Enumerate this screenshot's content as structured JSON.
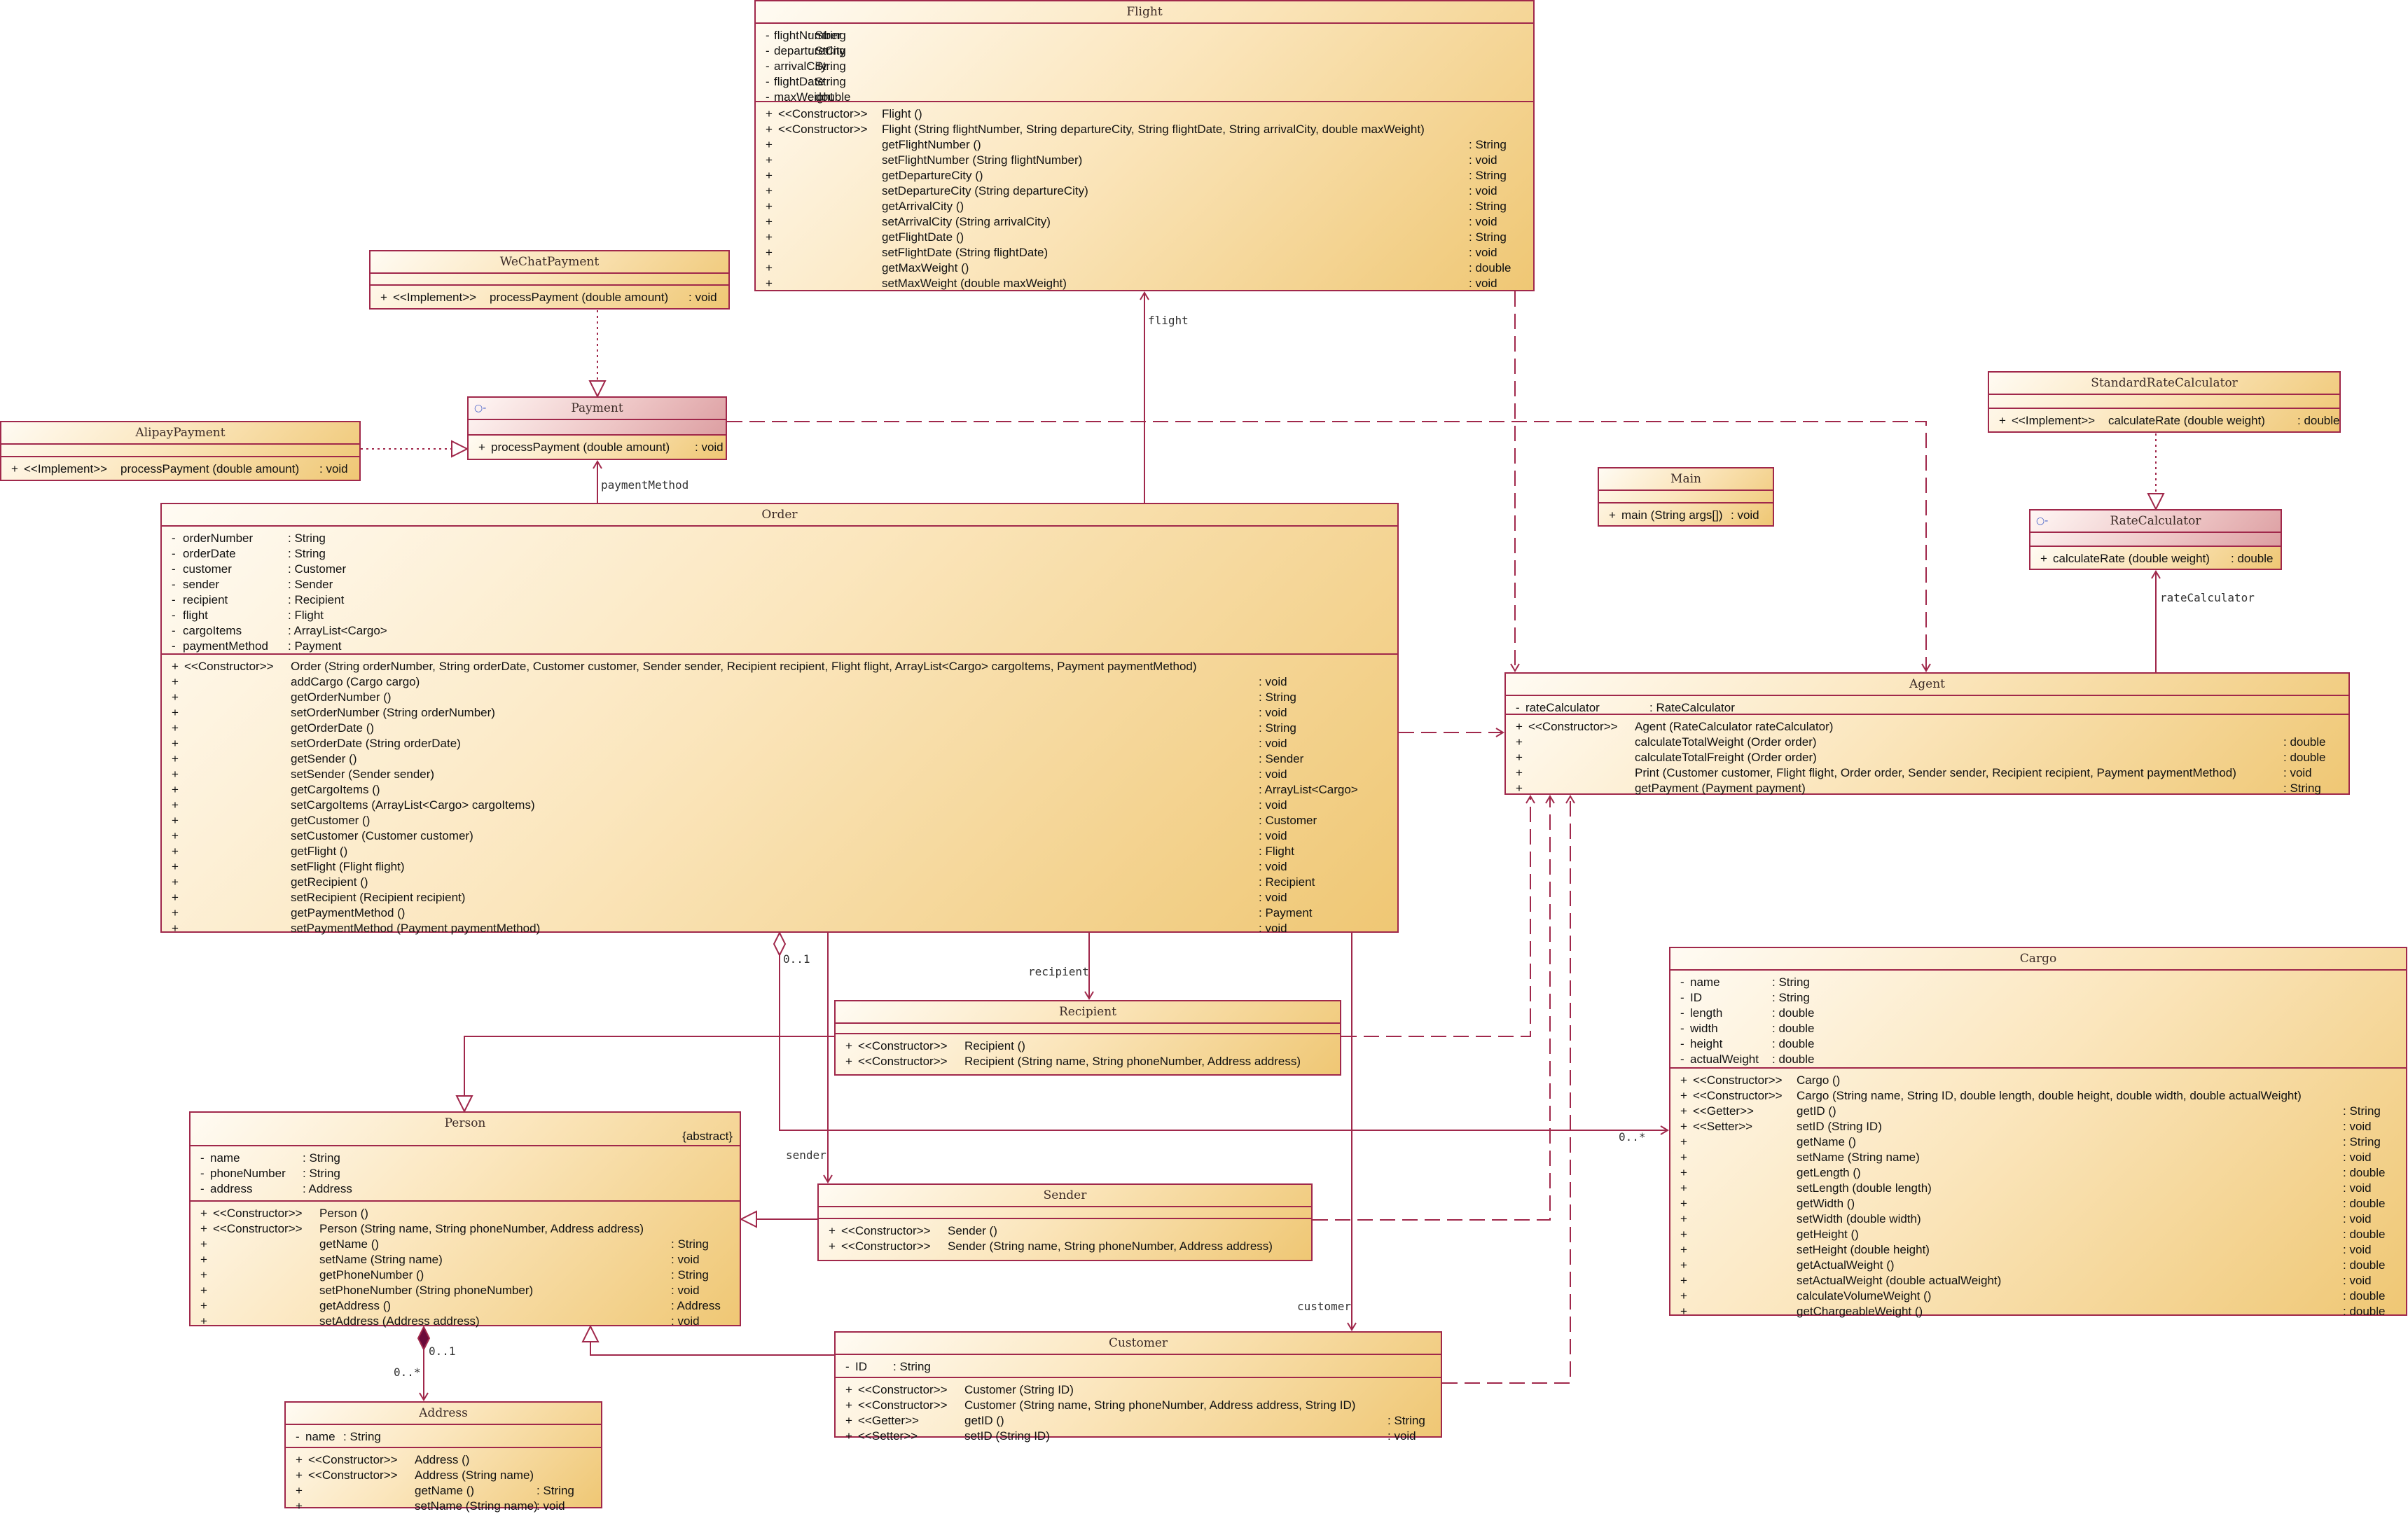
{
  "classes": {
    "flight": {
      "name": "Flight",
      "attrs": [
        {
          "vis": "-",
          "name": "flightNumber",
          "type": ": String"
        },
        {
          "vis": "-",
          "name": "departureCity",
          "type": ": String"
        },
        {
          "vis": "-",
          "name": "arrivalCity",
          "type": ": String"
        },
        {
          "vis": "-",
          "name": "flightDate",
          "type": ": String"
        },
        {
          "vis": "-",
          "name": "maxWeight",
          "type": ": double"
        }
      ],
      "ops": [
        {
          "vis": "+",
          "stereo": "<<Constructor>>",
          "sig": "Flight ()",
          "ret": ""
        },
        {
          "vis": "+",
          "stereo": "<<Constructor>>",
          "sig": "Flight (String flightNumber, String departureCity, String flightDate, String arrivalCity, double maxWeight)",
          "ret": ""
        },
        {
          "vis": "+",
          "stereo": "",
          "sig": "getFlightNumber ()",
          "ret": ": String"
        },
        {
          "vis": "+",
          "stereo": "",
          "sig": "setFlightNumber (String flightNumber)",
          "ret": ": void"
        },
        {
          "vis": "+",
          "stereo": "",
          "sig": "getDepartureCity ()",
          "ret": ": String"
        },
        {
          "vis": "+",
          "stereo": "",
          "sig": "setDepartureCity (String departureCity)",
          "ret": ": void"
        },
        {
          "vis": "+",
          "stereo": "",
          "sig": "getArrivalCity ()",
          "ret": ": String"
        },
        {
          "vis": "+",
          "stereo": "",
          "sig": "setArrivalCity (String arrivalCity)",
          "ret": ": void"
        },
        {
          "vis": "+",
          "stereo": "",
          "sig": "getFlightDate ()",
          "ret": ": String"
        },
        {
          "vis": "+",
          "stereo": "",
          "sig": "setFlightDate (String flightDate)",
          "ret": ": void"
        },
        {
          "vis": "+",
          "stereo": "",
          "sig": "getMaxWeight ()",
          "ret": ": double"
        },
        {
          "vis": "+",
          "stereo": "",
          "sig": "setMaxWeight (double maxWeight)",
          "ret": ": void"
        }
      ]
    },
    "wechat": {
      "name": "WeChatPayment",
      "ops": [
        {
          "vis": "+",
          "stereo": "<<Implement>>",
          "sig": "processPayment (double amount)",
          "ret": ": void"
        }
      ]
    },
    "alipay": {
      "name": "AlipayPayment",
      "ops": [
        {
          "vis": "+",
          "stereo": "<<Implement>>",
          "sig": "processPayment (double amount)",
          "ret": ": void"
        }
      ]
    },
    "payment": {
      "name": "Payment",
      "ops": [
        {
          "vis": "+",
          "stereo": "",
          "sig": "processPayment (double amount)",
          "ret": ": void"
        }
      ]
    },
    "main": {
      "name": "Main",
      "ops": [
        {
          "vis": "+",
          "stereo": "",
          "sig": "main (String args[])",
          "ret": ": void"
        }
      ]
    },
    "stdrate": {
      "name": "StandardRateCalculator",
      "ops": [
        {
          "vis": "+",
          "stereo": "<<Implement>>",
          "sig": "calculateRate (double weight)",
          "ret": ": double"
        }
      ]
    },
    "ratecalc": {
      "name": "RateCalculator",
      "ops": [
        {
          "vis": "+",
          "stereo": "",
          "sig": "calculateRate (double weight)",
          "ret": ": double"
        }
      ]
    },
    "order": {
      "name": "Order",
      "attrs": [
        {
          "vis": "-",
          "name": "orderNumber",
          "type": ": String"
        },
        {
          "vis": "-",
          "name": "orderDate",
          "type": ": String"
        },
        {
          "vis": "-",
          "name": "customer",
          "type": ": Customer"
        },
        {
          "vis": "-",
          "name": "sender",
          "type": ": Sender"
        },
        {
          "vis": "-",
          "name": "recipient",
          "type": ": Recipient"
        },
        {
          "vis": "-",
          "name": "flight",
          "type": ": Flight"
        },
        {
          "vis": "-",
          "name": "cargoItems",
          "type": ": ArrayList<Cargo>"
        },
        {
          "vis": "-",
          "name": "paymentMethod",
          "type": ": Payment"
        }
      ],
      "ops": [
        {
          "vis": "+",
          "stereo": "<<Constructor>>",
          "sig": "Order (String orderNumber, String orderDate, Customer customer, Sender sender, Recipient recipient, Flight flight, ArrayList<Cargo> cargoItems, Payment paymentMethod)",
          "ret": ""
        },
        {
          "vis": "+",
          "stereo": "",
          "sig": "addCargo (Cargo cargo)",
          "ret": ": void"
        },
        {
          "vis": "+",
          "stereo": "",
          "sig": "getOrderNumber ()",
          "ret": ": String"
        },
        {
          "vis": "+",
          "stereo": "",
          "sig": "setOrderNumber (String orderNumber)",
          "ret": ": void"
        },
        {
          "vis": "+",
          "stereo": "",
          "sig": "getOrderDate ()",
          "ret": ": String"
        },
        {
          "vis": "+",
          "stereo": "",
          "sig": "setOrderDate (String orderDate)",
          "ret": ": void"
        },
        {
          "vis": "+",
          "stereo": "",
          "sig": "getSender ()",
          "ret": ": Sender"
        },
        {
          "vis": "+",
          "stereo": "",
          "sig": "setSender (Sender sender)",
          "ret": ": void"
        },
        {
          "vis": "+",
          "stereo": "",
          "sig": "getCargoItems ()",
          "ret": ": ArrayList<Cargo>"
        },
        {
          "vis": "+",
          "stereo": "",
          "sig": "setCargoItems (ArrayList<Cargo> cargoItems)",
          "ret": ": void"
        },
        {
          "vis": "+",
          "stereo": "",
          "sig": "getCustomer ()",
          "ret": ": Customer"
        },
        {
          "vis": "+",
          "stereo": "",
          "sig": "setCustomer (Customer customer)",
          "ret": ": void"
        },
        {
          "vis": "+",
          "stereo": "",
          "sig": "getFlight ()",
          "ret": ": Flight"
        },
        {
          "vis": "+",
          "stereo": "",
          "sig": "setFlight (Flight flight)",
          "ret": ": void"
        },
        {
          "vis": "+",
          "stereo": "",
          "sig": "getRecipient ()",
          "ret": ": Recipient"
        },
        {
          "vis": "+",
          "stereo": "",
          "sig": "setRecipient (Recipient recipient)",
          "ret": ": void"
        },
        {
          "vis": "+",
          "stereo": "",
          "sig": "getPaymentMethod ()",
          "ret": ": Payment"
        },
        {
          "vis": "+",
          "stereo": "",
          "sig": "setPaymentMethod (Payment paymentMethod)",
          "ret": ": void"
        }
      ]
    },
    "agent": {
      "name": "Agent",
      "attrs": [
        {
          "vis": "-",
          "name": "rateCalculator",
          "type": ": RateCalculator"
        }
      ],
      "ops": [
        {
          "vis": "+",
          "stereo": "<<Constructor>>",
          "sig": "Agent (RateCalculator rateCalculator)",
          "ret": ""
        },
        {
          "vis": "+",
          "stereo": "",
          "sig": "calculateTotalWeight (Order order)",
          "ret": ": double"
        },
        {
          "vis": "+",
          "stereo": "",
          "sig": "calculateTotalFreight (Order order)",
          "ret": ": double"
        },
        {
          "vis": "+",
          "stereo": "",
          "sig": "Print (Customer customer, Flight flight, Order order, Sender sender, Recipient recipient, Payment paymentMethod)",
          "ret": ": void"
        },
        {
          "vis": "+",
          "stereo": "",
          "sig": "getPayment (Payment payment)",
          "ret": ": String"
        }
      ]
    },
    "recipient": {
      "name": "Recipient",
      "ops": [
        {
          "vis": "+",
          "stereo": "<<Constructor>>",
          "sig": "Recipient ()",
          "ret": ""
        },
        {
          "vis": "+",
          "stereo": "<<Constructor>>",
          "sig": "Recipient (String name, String phoneNumber, Address address)",
          "ret": ""
        }
      ]
    },
    "cargo": {
      "name": "Cargo",
      "attrs": [
        {
          "vis": "-",
          "name": "name",
          "type": ": String"
        },
        {
          "vis": "-",
          "name": "ID",
          "type": ": String"
        },
        {
          "vis": "-",
          "name": "length",
          "type": ": double"
        },
        {
          "vis": "-",
          "name": "width",
          "type": ": double"
        },
        {
          "vis": "-",
          "name": "height",
          "type": ": double"
        },
        {
          "vis": "-",
          "name": "actualWeight",
          "type": ": double"
        }
      ],
      "ops": [
        {
          "vis": "+",
          "stereo": "<<Constructor>>",
          "sig": "Cargo ()",
          "ret": ""
        },
        {
          "vis": "+",
          "stereo": "<<Constructor>>",
          "sig": "Cargo (String name, String ID, double length, double height, double width, double actualWeight)",
          "ret": ""
        },
        {
          "vis": "+",
          "stereo": "<<Getter>>",
          "sig": "getID ()",
          "ret": ": String"
        },
        {
          "vis": "+",
          "stereo": "<<Setter>>",
          "sig": "setID (String ID)",
          "ret": ": void"
        },
        {
          "vis": "+",
          "stereo": "",
          "sig": "getName ()",
          "ret": ": String"
        },
        {
          "vis": "+",
          "stereo": "",
          "sig": "setName (String name)",
          "ret": ": void"
        },
        {
          "vis": "+",
          "stereo": "",
          "sig": "getLength ()",
          "ret": ": double"
        },
        {
          "vis": "+",
          "stereo": "",
          "sig": "setLength (double length)",
          "ret": ": void"
        },
        {
          "vis": "+",
          "stereo": "",
          "sig": "getWidth ()",
          "ret": ": double"
        },
        {
          "vis": "+",
          "stereo": "",
          "sig": "setWidth (double width)",
          "ret": ": void"
        },
        {
          "vis": "+",
          "stereo": "",
          "sig": "getHeight ()",
          "ret": ": double"
        },
        {
          "vis": "+",
          "stereo": "",
          "sig": "setHeight (double height)",
          "ret": ": void"
        },
        {
          "vis": "+",
          "stereo": "",
          "sig": "getActualWeight ()",
          "ret": ": double"
        },
        {
          "vis": "+",
          "stereo": "",
          "sig": "setActualWeight (double actualWeight)",
          "ret": ": void"
        },
        {
          "vis": "+",
          "stereo": "",
          "sig": "calculateVolumeWeight ()",
          "ret": ": double"
        },
        {
          "vis": "+",
          "stereo": "",
          "sig": "getChargeableWeight ()",
          "ret": ": double"
        }
      ]
    },
    "person": {
      "name": "Person",
      "stereotype": "{abstract}",
      "attrs": [
        {
          "vis": "-",
          "name": "name",
          "type": ": String"
        },
        {
          "vis": "-",
          "name": "phoneNumber",
          "type": ": String"
        },
        {
          "vis": "-",
          "name": "address",
          "type": ": Address"
        }
      ],
      "ops": [
        {
          "vis": "+",
          "stereo": "<<Constructor>>",
          "sig": "Person ()",
          "ret": ""
        },
        {
          "vis": "+",
          "stereo": "<<Constructor>>",
          "sig": "Person (String name, String phoneNumber, Address address)",
          "ret": ""
        },
        {
          "vis": "+",
          "stereo": "",
          "sig": "getName ()",
          "ret": ": String"
        },
        {
          "vis": "+",
          "stereo": "",
          "sig": "setName (String name)",
          "ret": ": void"
        },
        {
          "vis": "+",
          "stereo": "",
          "sig": "getPhoneNumber ()",
          "ret": ": String"
        },
        {
          "vis": "+",
          "stereo": "",
          "sig": "setPhoneNumber (String phoneNumber)",
          "ret": ": void"
        },
        {
          "vis": "+",
          "stereo": "",
          "sig": "getAddress ()",
          "ret": ": Address"
        },
        {
          "vis": "+",
          "stereo": "",
          "sig": "setAddress (Address address)",
          "ret": ": void"
        }
      ]
    },
    "sender": {
      "name": "Sender",
      "ops": [
        {
          "vis": "+",
          "stereo": "<<Constructor>>",
          "sig": "Sender ()",
          "ret": ""
        },
        {
          "vis": "+",
          "stereo": "<<Constructor>>",
          "sig": "Sender (String name, String phoneNumber, Address address)",
          "ret": ""
        }
      ]
    },
    "customer": {
      "name": "Customer",
      "attrs": [
        {
          "vis": "-",
          "name": "ID",
          "type": ": String"
        }
      ],
      "ops": [
        {
          "vis": "+",
          "stereo": "<<Constructor>>",
          "sig": "Customer (String ID)",
          "ret": ""
        },
        {
          "vis": "+",
          "stereo": "<<Constructor>>",
          "sig": "Customer (String name, String phoneNumber, Address address, String ID)",
          "ret": ""
        },
        {
          "vis": "+",
          "stereo": "<<Getter>>",
          "sig": "getID ()",
          "ret": ": String"
        },
        {
          "vis": "+",
          "stereo": "<<Setter>>",
          "sig": "setID (String ID)",
          "ret": ": void"
        }
      ]
    },
    "address": {
      "name": "Address",
      "attrs": [
        {
          "vis": "-",
          "name": "name",
          "type": ": String"
        }
      ],
      "ops": [
        {
          "vis": "+",
          "stereo": "<<Constructor>>",
          "sig": "Address ()",
          "ret": ""
        },
        {
          "vis": "+",
          "stereo": "<<Constructor>>",
          "sig": "Address (String name)",
          "ret": ""
        },
        {
          "vis": "+",
          "stereo": "",
          "sig": "getName ()",
          "ret": ": String"
        },
        {
          "vis": "+",
          "stereo": "",
          "sig": "setName (String name)",
          "ret": ": void"
        }
      ]
    }
  },
  "labels": {
    "flight": "flight",
    "paymentMethod": "paymentMethod",
    "rateCalculator": "rateCalculator",
    "recipient": "recipient",
    "sender": "sender",
    "customer": "customer",
    "order_cargo_mult": "0..1",
    "cargo_mult": "0..*",
    "person_address_mult": "0..1",
    "address_mult": "0..*"
  },
  "colors": {
    "line": "#a0284b",
    "class_fill_start": "#fffbf3",
    "class_fill_end": "#efc774",
    "interface_fill": "#d9979b",
    "text": "#111111"
  },
  "icons": {
    "interface_marker": "interface-lollipop-icon",
    "composition": "filled-diamond-icon",
    "aggregation": "hollow-diamond-icon",
    "realization": "hollow-triangle-icon"
  }
}
